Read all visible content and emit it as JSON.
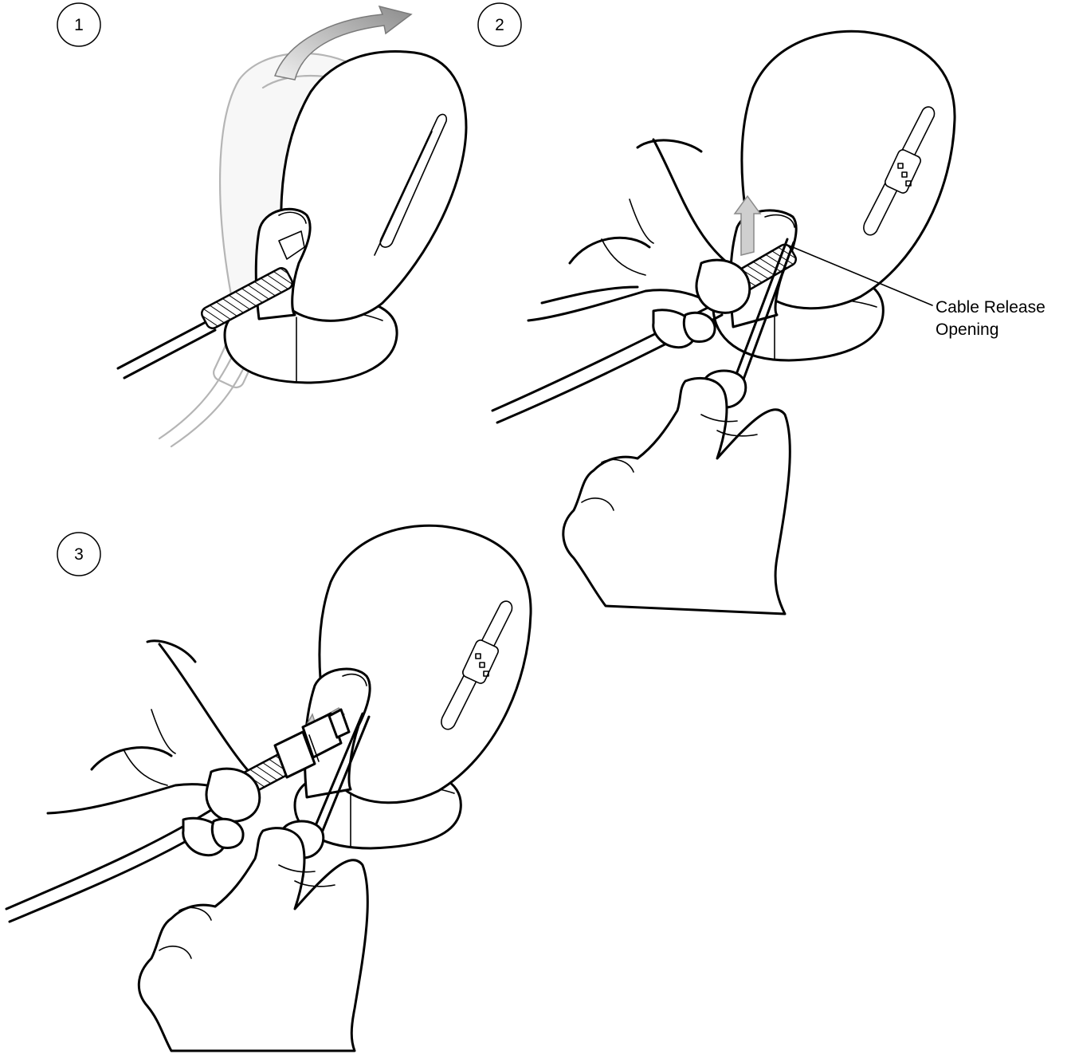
{
  "steps": [
    {
      "number": "1"
    },
    {
      "number": "2"
    },
    {
      "number": "3"
    }
  ],
  "callout": {
    "line1": "Cable Release",
    "line2": "Opening"
  }
}
